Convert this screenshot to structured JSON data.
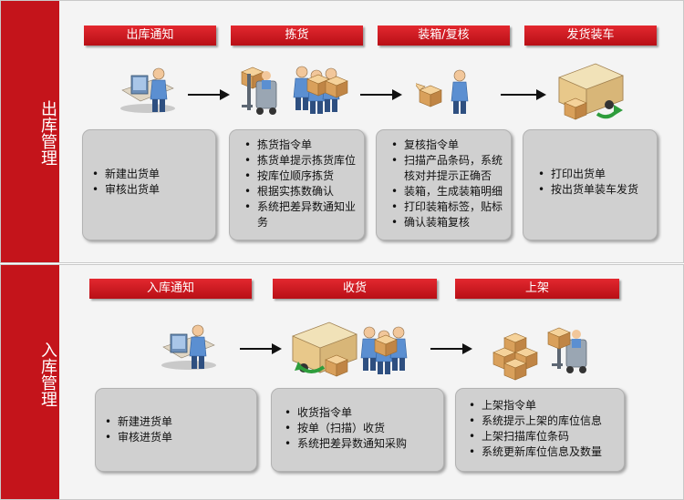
{
  "outbound": {
    "side_label": "出库管理",
    "steps": [
      {
        "title": "出库通知",
        "icon": "clerk-computer-icon",
        "items": [
          "新建出货单",
          "审核出货单"
        ]
      },
      {
        "title": "拣货",
        "icon": "forklift-workers-icon",
        "items": [
          "拣货指令单",
          "拣货单提示拣货库位",
          "按库位顺序拣货",
          "根据实拣数确认",
          "系统把差异数通知业务"
        ]
      },
      {
        "title": "装箱/复核",
        "icon": "packing-worker-icon",
        "items": [
          "复核指令单",
          "扫描产品条码，系统核对并提示正确否",
          "装箱，生成装箱明细",
          "打印装箱标签，贴标",
          "确认装箱复核"
        ]
      },
      {
        "title": "发货装车",
        "icon": "truck-loading-icon",
        "items": [
          "打印出货单",
          "按出货单装车发货"
        ]
      }
    ]
  },
  "inbound": {
    "side_label": "入库管理",
    "steps": [
      {
        "title": "入库通知",
        "icon": "clerk-computer-icon",
        "items": [
          "新建进货单",
          "审核进货单"
        ]
      },
      {
        "title": "收货",
        "icon": "truck-unloading-workers-icon",
        "items": [
          "收货指令单",
          "按单（扫描）收货",
          "系统把差异数通知采购"
        ]
      },
      {
        "title": "上架",
        "icon": "boxes-forklift-icon",
        "items": [
          "上架指令单",
          "系统提示上架的库位信息",
          "上架扫描库位条码",
          "系统更新库位信息及数量"
        ]
      }
    ]
  },
  "colors": {
    "accent_red": "#c4141b",
    "panel_bg": "#f4f4f4",
    "box_gray": "#d0d0d0"
  }
}
